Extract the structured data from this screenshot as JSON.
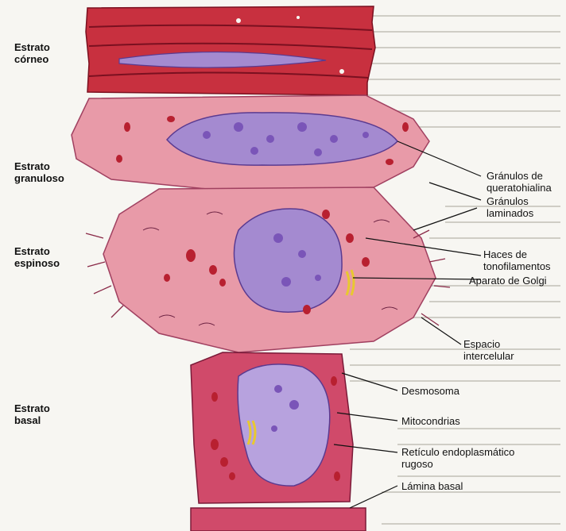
{
  "layers": [
    {
      "id": "corneo",
      "label": "Estrato\ncórneo"
    },
    {
      "id": "granuloso",
      "label": "Estrato\ngranuloso"
    },
    {
      "id": "espinoso",
      "label": "Estrato\nespinoso"
    },
    {
      "id": "basal",
      "label": "Estrato\nbasal"
    }
  ],
  "callouts": [
    {
      "id": "queratohialina",
      "label": "Gránulos de\nqueratohialina"
    },
    {
      "id": "laminados",
      "label": "Gránulos\nlaminados"
    },
    {
      "id": "tonofilamentos",
      "label": "Haces de\ntonofilamentos"
    },
    {
      "id": "golgi",
      "label": "Aparato de Golgi"
    },
    {
      "id": "intercelular",
      "label": "Espacio\nintercelular"
    },
    {
      "id": "desmosoma",
      "label": "Desmosoma"
    },
    {
      "id": "mitocondrias",
      "label": "Mitocondrias"
    },
    {
      "id": "reticulo",
      "label": "Retículo endoplasmático\nrugoso"
    },
    {
      "id": "lamina",
      "label": "Lámina basal"
    }
  ],
  "colors": {
    "corneum": "#c8303f",
    "cytoplasm": "#e89aa8",
    "cytoplasm_dark": "#d0607a",
    "nucleus": "#a48ad0",
    "nucleus_light": "#c7b6e6",
    "chromatin": "#7a55b8",
    "mitochondria": "#b82030",
    "golgi": "#e8c830",
    "basal_cell": "#d04a6a",
    "background_text": "#b8b6ae"
  }
}
